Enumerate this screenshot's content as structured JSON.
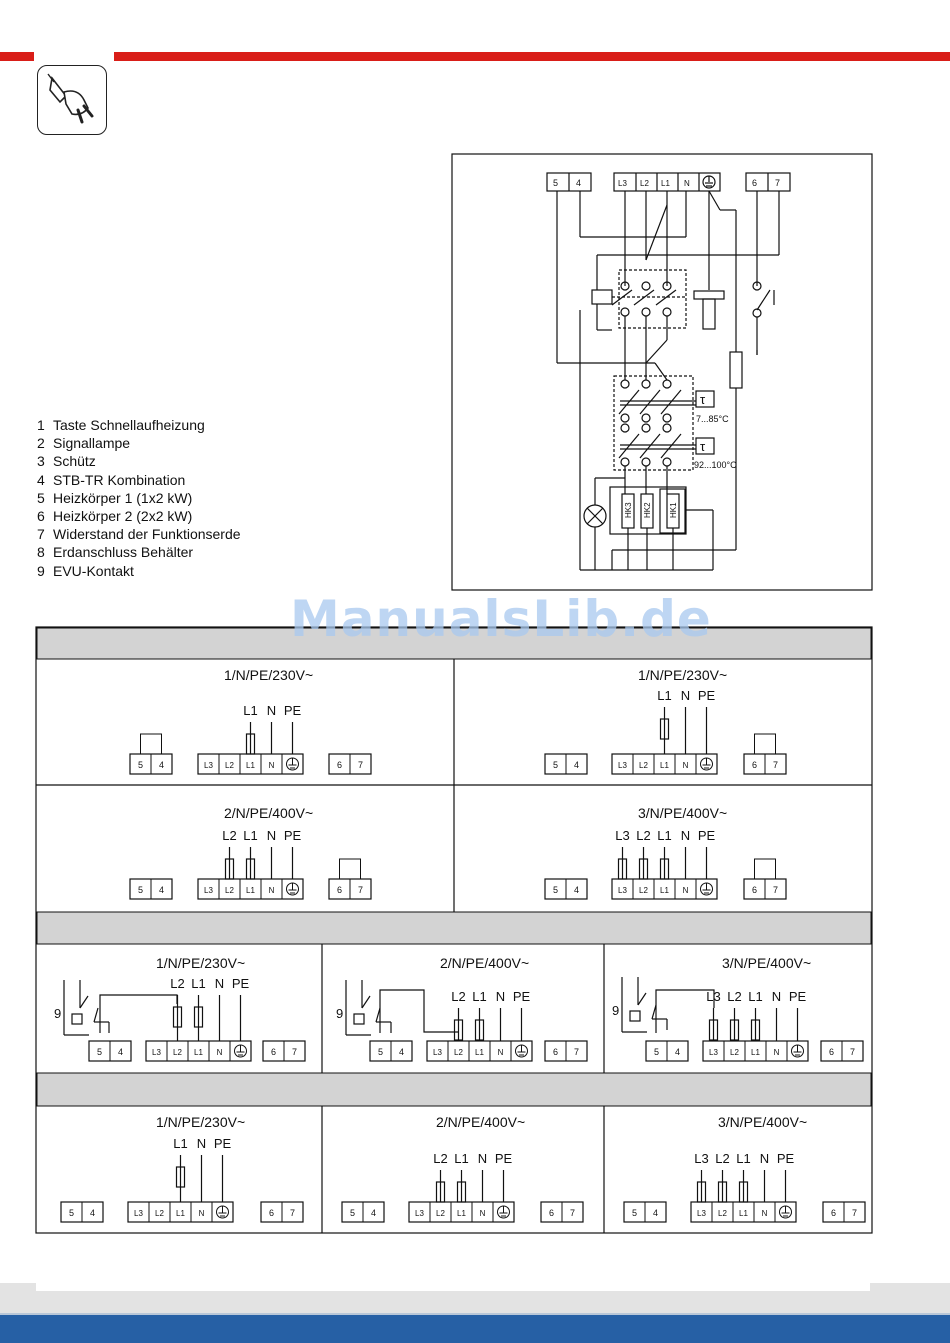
{
  "legend": [
    {
      "n": "1",
      "t": "Taste Schnellaufheizung"
    },
    {
      "n": "2",
      "t": "Signallampe"
    },
    {
      "n": "3",
      "t": "Schütz"
    },
    {
      "n": "4",
      "t": "STB-TR Kombination"
    },
    {
      "n": "5",
      "t": "Heizkörper 1 (1x2 kW)"
    },
    {
      "n": "6",
      "t": "Heizkörper 2 (2x2 kW)"
    },
    {
      "n": "7",
      "t": "Widerstand der Funktionserde"
    },
    {
      "n": "8",
      "t": "Erdanschluss Behälter"
    },
    {
      "n": "9",
      "t": "EVU-Kontakt"
    }
  ],
  "watermark": "ManualsLib.de",
  "terminals": {
    "t5": "5",
    "t4": "4",
    "L3": "L3",
    "L2": "L2",
    "L1": "L1",
    "N": "N",
    "t6": "6",
    "t7": "7",
    "PE": "PE"
  },
  "schematic": {
    "temp_range_1": "7...85°C",
    "temp_range_2": "92...100°C",
    "tau": "τ",
    "hk1": "HK1",
    "hk2": "HK2",
    "hk3": "HK3"
  },
  "configs": {
    "c1": "1/N/PE/230V~",
    "c2": "1/N/PE/230V~",
    "c3": "2/N/PE/400V~",
    "c4": "3/N/PE/400V~",
    "c5": "1/N/PE/230V~",
    "c6": "2/N/PE/400V~",
    "c7": "3/N/PE/400V~",
    "c8": "1/N/PE/230V~",
    "c9": "2/N/PE/400V~",
    "c10": "3/N/PE/400V~",
    "evu_label": "9"
  }
}
